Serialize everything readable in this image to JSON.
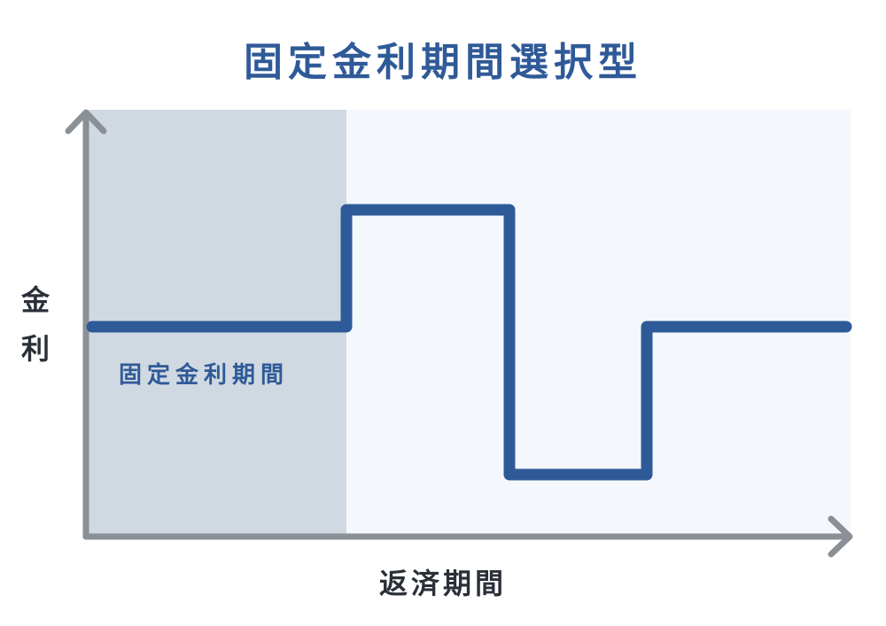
{
  "title": "固定金利期間選択型",
  "labels": {
    "fixed_period": "固定金利期間",
    "y_axis_line1": "金",
    "y_axis_line2": "利",
    "x_axis": "返済期間"
  },
  "colors": {
    "title": "#2f5a98",
    "line": "#2f5a98",
    "axis": "#8a9096",
    "fixed_region": "#d0d9e1",
    "plot_background": "#f4f8fc",
    "axis_label": "#2b3038"
  }
}
